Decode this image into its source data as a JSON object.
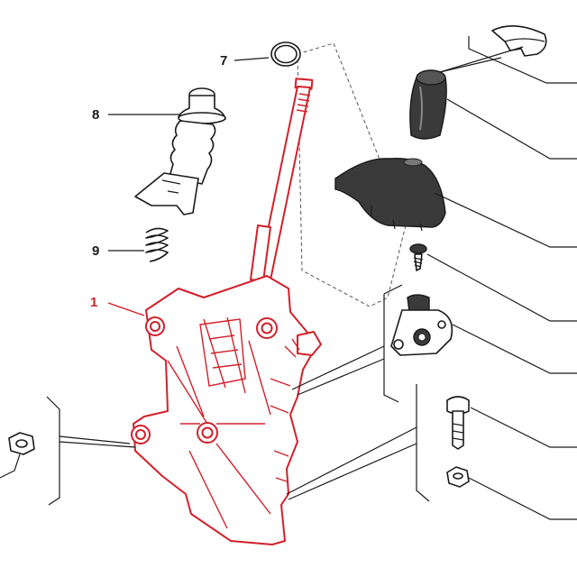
{
  "diagram": {
    "highlight_color": "#d2202a",
    "line_color": "#1a1a1a",
    "callouts": [
      {
        "id": "callout-1",
        "label": "1",
        "color": "#d2202a"
      },
      {
        "id": "callout-7",
        "label": "7",
        "color": "#1a1a1a"
      },
      {
        "id": "callout-8",
        "label": "8",
        "color": "#1a1a1a"
      },
      {
        "id": "callout-9",
        "label": "9",
        "color": "#1a1a1a"
      }
    ],
    "parts": [
      {
        "name": "gearshift-support-bracket",
        "highlighted": true
      },
      {
        "name": "gear-lever-rod",
        "highlighted": true
      },
      {
        "name": "sealing-ring"
      },
      {
        "name": "gaiter-boot"
      },
      {
        "name": "spring"
      },
      {
        "name": "gear-knob-cap"
      },
      {
        "name": "gear-knob"
      },
      {
        "name": "gaiter-cover"
      },
      {
        "name": "screw"
      },
      {
        "name": "sensor-switch"
      },
      {
        "name": "bolt"
      },
      {
        "name": "nut-right"
      },
      {
        "name": "nut-left"
      }
    ]
  }
}
